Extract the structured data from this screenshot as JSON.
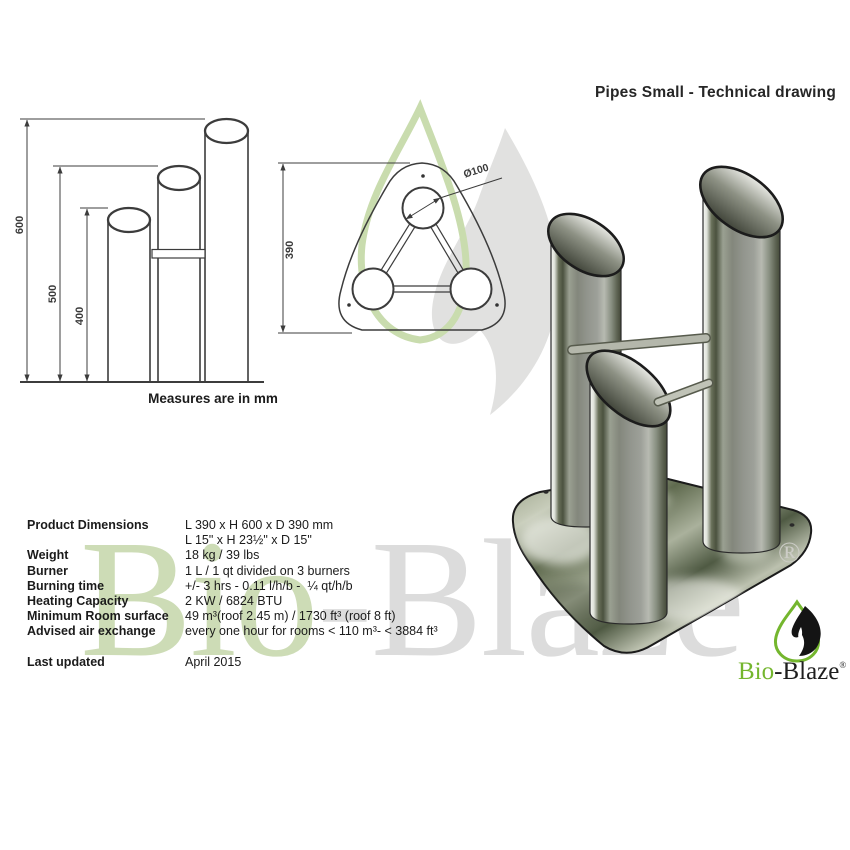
{
  "title": "Pipes Small -  Technical drawing",
  "front_view": {
    "note": "Measures are in mm",
    "dims": [
      "600",
      "500",
      "400"
    ]
  },
  "top_view": {
    "width_dim": "390",
    "diameter_label": "Ø100"
  },
  "specs": {
    "rows": [
      {
        "label": "Product Dimensions",
        "value": "L 390 x H 600 x D 390 mm"
      },
      {
        "label": "",
        "value": "L 15\" x H 23½\" x D 15\""
      },
      {
        "label": "Weight",
        "value": "18 kg / 39 lbs"
      },
      {
        "label": "Burner",
        "value": "1 L / 1 qt divided on 3 burners"
      },
      {
        "label": "Burning time",
        "value": "+/- 3 hrs - 0.11 l/h/b -  ¼ qt/h/b"
      },
      {
        "label": "Heating Capacity",
        "value": "2 KW / 6824 BTU"
      },
      {
        "label": "Minimum Room surface",
        "value": "49 m³(roof 2.45 m) / 1730 ft³ (roof 8 ft)"
      },
      {
        "label": "Advised air exchange",
        "value": "every one hour for rooms < 110 m³- < 3884 ft³"
      }
    ],
    "last_updated_label": "Last updated",
    "last_updated_value": "April 2015"
  },
  "watermark": {
    "green": "Bio",
    "gray": "-Blaze",
    "registered": "®"
  },
  "logo": {
    "green": "Bio",
    "dark": "-Blaze",
    "registered": "®"
  },
  "colors": {
    "logo_green": "#74b62e",
    "watermark_green": "#cddcb6",
    "watermark_gray": "#dcdcdc",
    "drawing_line": "#3c3c3c",
    "text": "#1b1b1b"
  }
}
